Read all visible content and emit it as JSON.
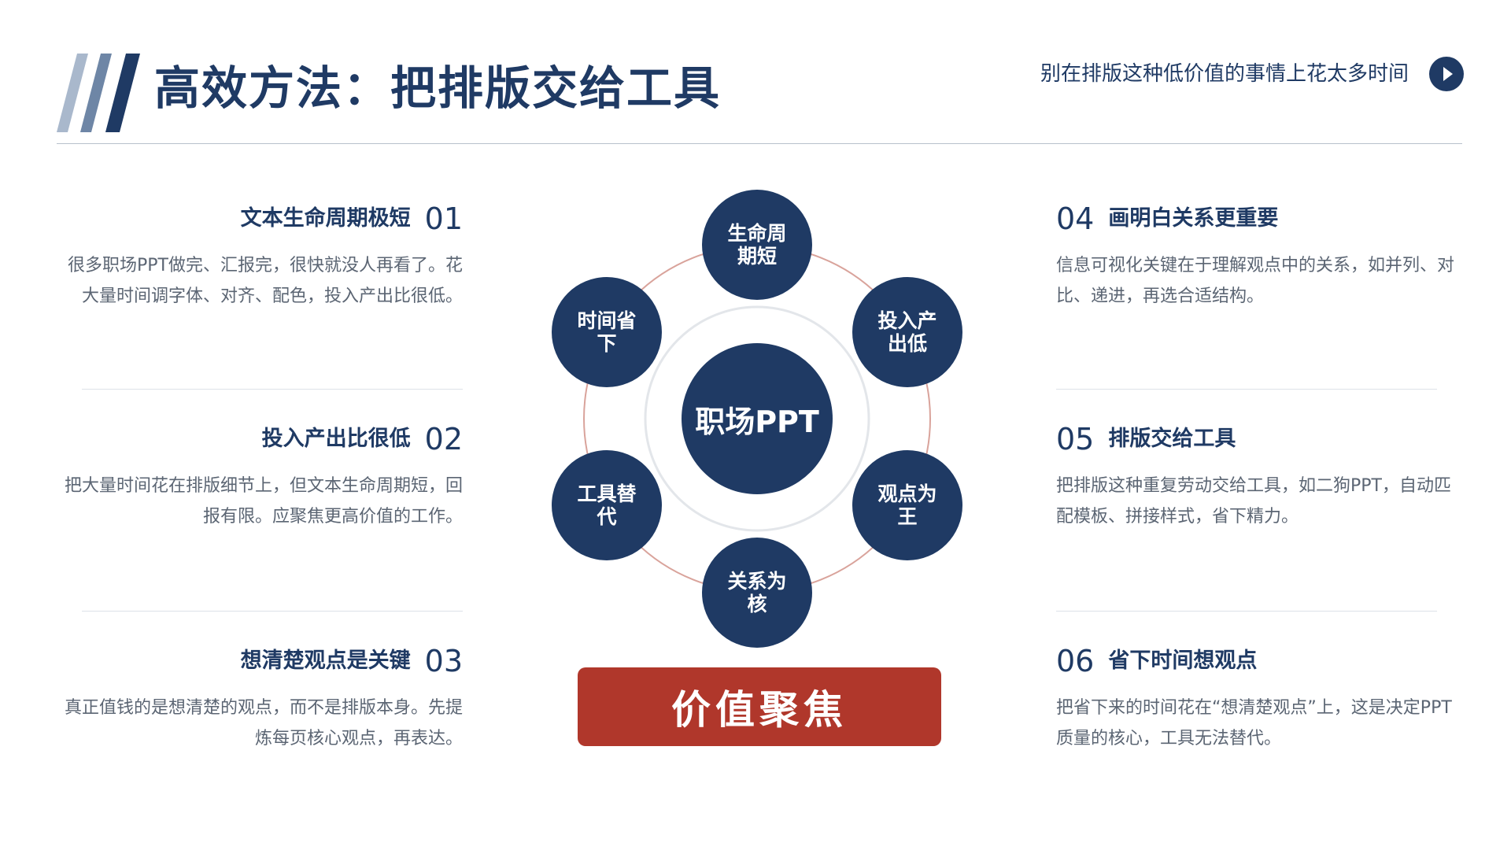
{
  "header": {
    "title": "高效方法：把排版交给工具",
    "subtitle": "别在排版这种低价值的事情上花太多时间",
    "stripe_colors": [
      "#a9b8cc",
      "#6e86a6",
      "#1f3a64"
    ]
  },
  "left_items": [
    {
      "number": "01",
      "heading": "文本生命周期极短",
      "body": "很多职场PPT做完、汇报完，很快就没人再看了。花大量时间调字体、对齐、配色，投入产出比很低。"
    },
    {
      "number": "02",
      "heading": "投入产出比很低",
      "body": "把大量时间花在排版细节上，但文本生命周期短，回报有限。应聚焦更高价值的工作。"
    },
    {
      "number": "03",
      "heading": "想清楚观点是关键",
      "body": "真正值钱的是想清楚的观点，而不是排版本身。先提炼每页核心观点，再表达。"
    }
  ],
  "right_items": [
    {
      "number": "04",
      "heading": "画明白关系更重要",
      "body": "信息可视化关键在于理解观点中的关系，如并列、对比、递进，再选合适结构。"
    },
    {
      "number": "05",
      "heading": "排版交给工具",
      "body": "把排版这种重复劳动交给工具，如二狗PPT，自动匹配模板、拼接样式，省下精力。"
    },
    {
      "number": "06",
      "heading": "省下时间想观点",
      "body": "把省下来的时间花在“想清楚观点”上，这是决定PPT质量的核心，工具无法替代。"
    }
  ],
  "diagram": {
    "hub": "职场PPT",
    "nodes": [
      "生命周期短",
      "投入产出低",
      "观点为王",
      "关系为核",
      "工具替代",
      "时间省下"
    ]
  },
  "focus_label": "价值聚焦",
  "colors": {
    "navy": "#1f3a64",
    "accent_red": "#b0372b",
    "ring": "#d9a39b",
    "body_text": "#5b6573"
  },
  "icons": {
    "play": "play-circle-icon"
  }
}
